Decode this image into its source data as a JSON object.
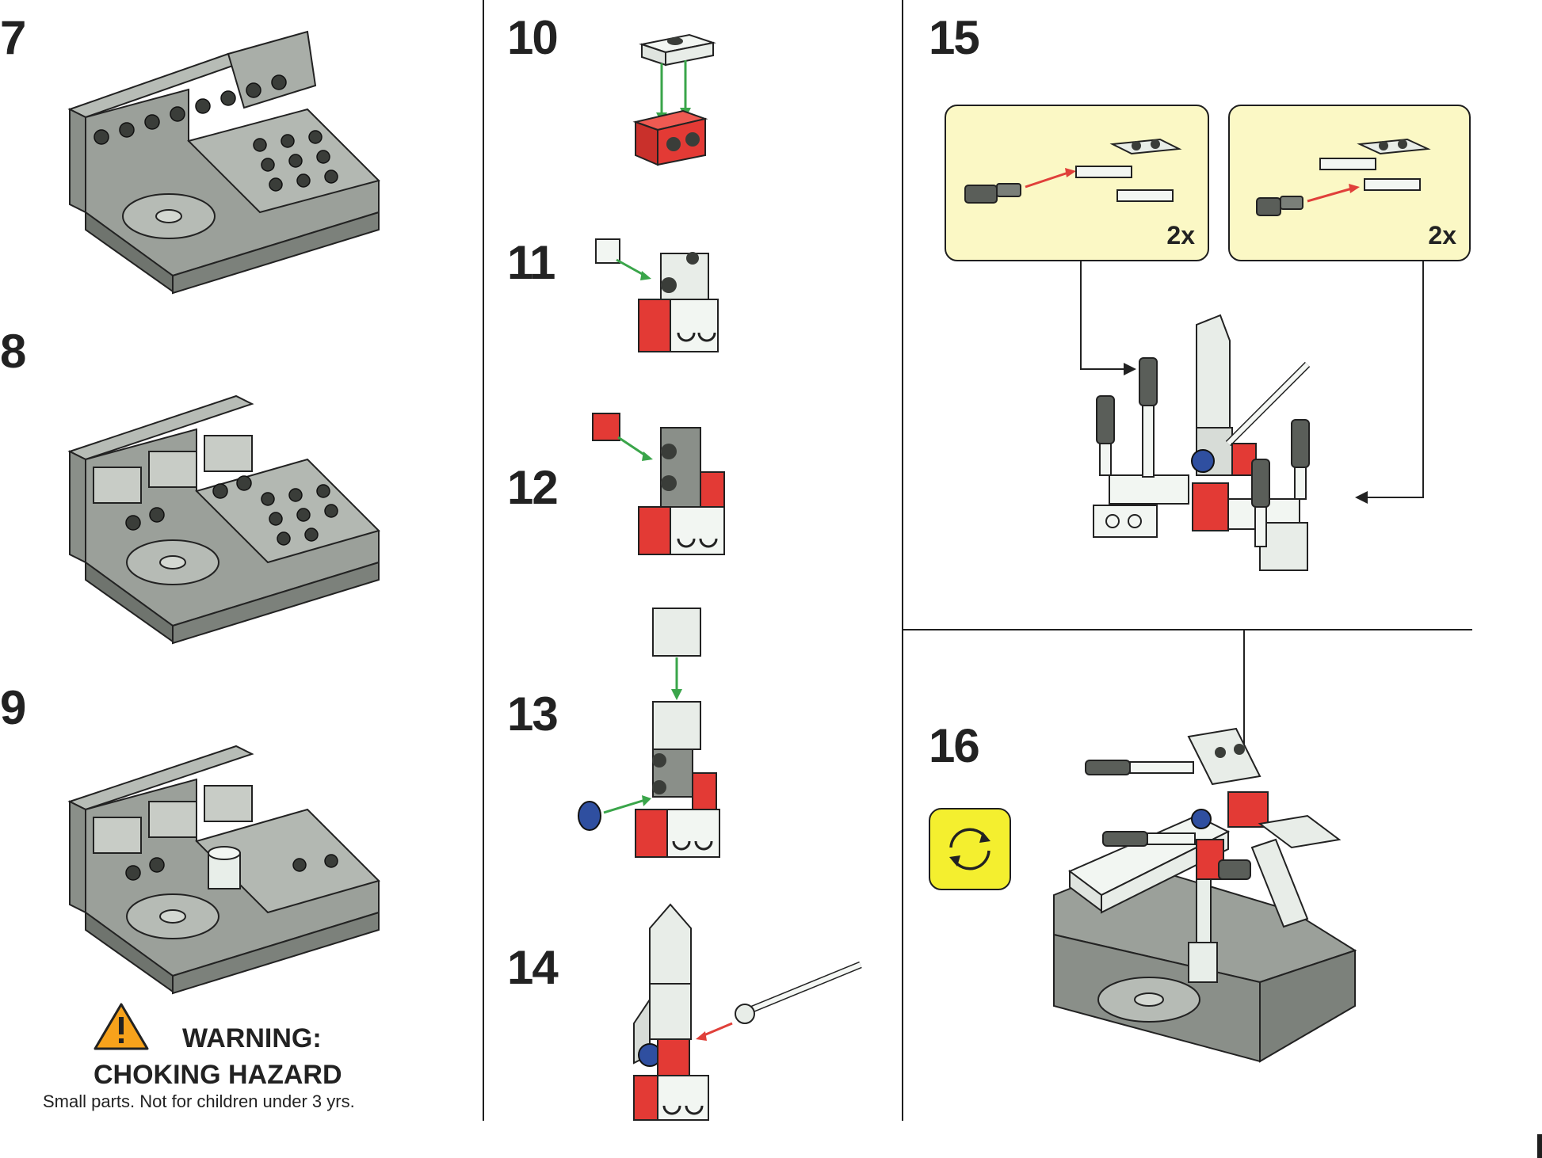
{
  "steps": {
    "s7": "7",
    "s8": "8",
    "s9": "9",
    "s10": "10",
    "s11": "11",
    "s12": "12",
    "s13": "13",
    "s14": "14",
    "s15": "15",
    "s16": "16"
  },
  "callouts": {
    "left_multiplier": "2x",
    "right_multiplier": "2x"
  },
  "warning": {
    "title_line1": "WARNING:",
    "title_line2": "CHOKING HAZARD",
    "subtitle": "Small parts. Not for children under 3 yrs."
  },
  "colors": {
    "brick_gray": "#8a8f89",
    "brick_red": "#e33a35",
    "brick_blue": "#2f4fa0",
    "arrow_green": "#3aa54a",
    "arrow_red": "#e0403a",
    "callout_bg": "#fbf8c5",
    "rotate_bg": "#f4ef2f"
  },
  "icons": {
    "rotate": "rotate-model-icon",
    "warning": "warning-triangle-icon"
  }
}
